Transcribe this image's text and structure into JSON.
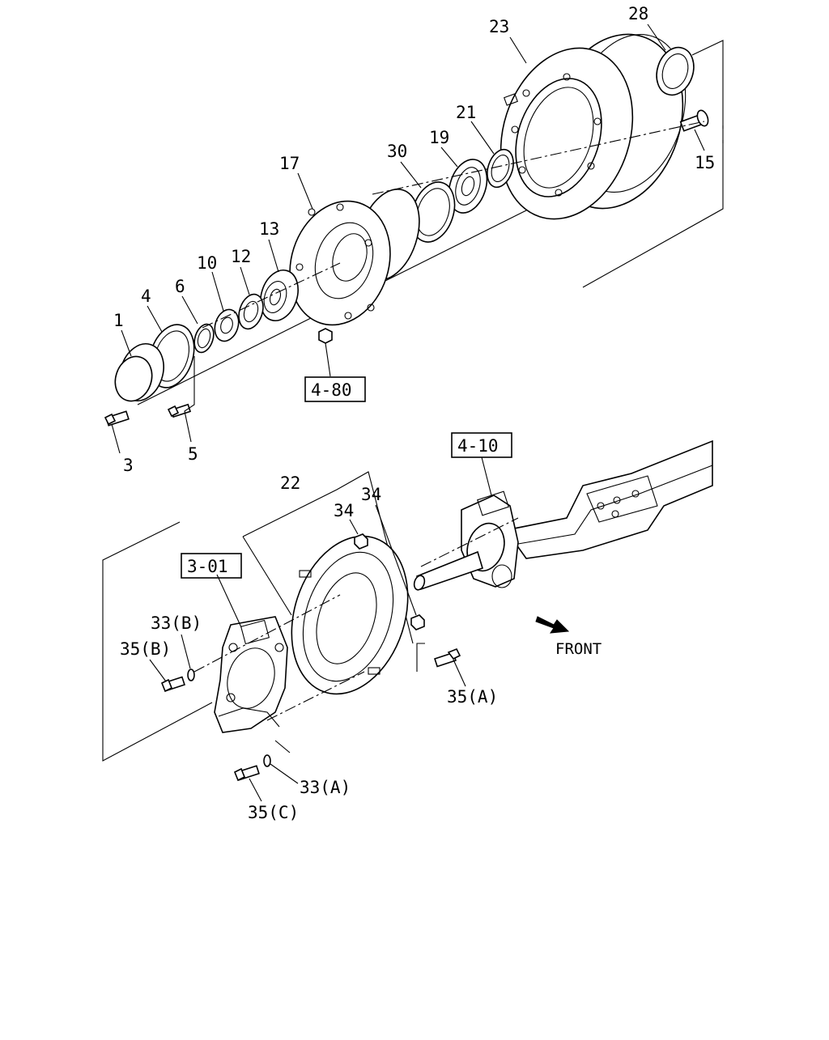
{
  "callouts": {
    "c1": "1",
    "c3": "3",
    "c4": "4",
    "c5": "5",
    "c6": "6",
    "c10": "10",
    "c12": "12",
    "c13": "13",
    "c15": "15",
    "c17": "17",
    "c19": "19",
    "c21": "21",
    "c22": "22",
    "c23": "23",
    "c28": "28",
    "c30": "30",
    "c34a": "34",
    "c34b": "34",
    "c33b": "33(B)",
    "c35b": "35(B)",
    "c35a": "35(A)",
    "c33a": "33(A)",
    "c35c": "35(C)"
  },
  "refs": {
    "r480": "4-80",
    "r410": "4-10",
    "r301": "3-01"
  },
  "front_label": "FRONT"
}
